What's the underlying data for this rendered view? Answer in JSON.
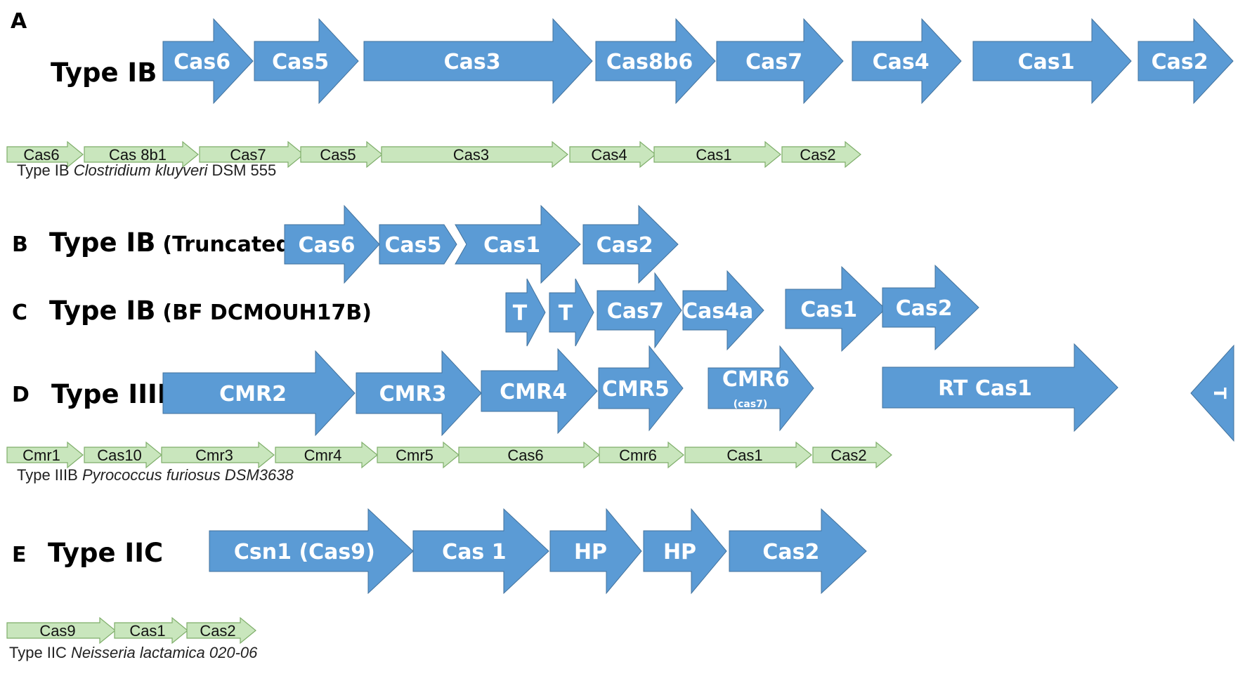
{
  "colors": {
    "blue_fill": "#5b9bd5",
    "blue_stroke": "#41719c",
    "green_fill": "#c9e6bd",
    "green_stroke": "#7fae6a"
  },
  "panels": {
    "A": {
      "letter": "A",
      "title": "Type IB",
      "genes": [
        "Cas6",
        "Cas5",
        "Cas3",
        "Cas8b6",
        "Cas7",
        "Cas4",
        "Cas1",
        "Cas2"
      ],
      "reference": {
        "genes": [
          "Cas6",
          "Cas 8b1",
          "Cas7",
          "Cas5",
          "Cas3",
          "Cas4",
          "Cas1",
          "Cas2"
        ],
        "caption_prefix": "Type IB ",
        "caption_organism": "Clostridium kluyveri",
        "caption_strain": " DSM 555"
      }
    },
    "B": {
      "letter": "B",
      "title": "Type IB",
      "subtitle": "(Truncated)",
      "genes": [
        "Cas6",
        "Cas5",
        "Cas1",
        "Cas2"
      ]
    },
    "C": {
      "letter": "C",
      "title": "Type IB",
      "subtitle": "(BF DCMOUH17B)",
      "genes": [
        "T",
        "T",
        "Cas7",
        "Cas4a",
        "Cas1",
        "Cas2"
      ]
    },
    "D": {
      "letter": "D",
      "title": "Type IIIB",
      "genes": [
        "CMR2",
        "CMR3",
        "CMR4",
        "CMR5",
        "CMR6",
        "RT Cas1",
        "T"
      ],
      "cmr6_sub": "(cas7)",
      "reference": {
        "genes": [
          "Cmr1",
          "Cas10",
          "Cmr3",
          "Cmr4",
          "Cmr5",
          "Cas6",
          "Cmr6",
          "Cas1",
          "Cas2"
        ],
        "caption_prefix": "Type IIIB ",
        "caption_organism": "Pyrococcus furiosus DSM3638"
      }
    },
    "E": {
      "letter": "E",
      "title": "Type IIC",
      "genes": [
        "Csn1 (Cas9)",
        "Cas 1",
        "HP",
        "HP",
        "Cas2"
      ],
      "reference": {
        "genes": [
          "Cas9",
          "Cas1",
          "Cas2"
        ],
        "caption_prefix": "Type IIC  ",
        "caption_organism": "Neisseria lactamica 020-06"
      }
    }
  }
}
